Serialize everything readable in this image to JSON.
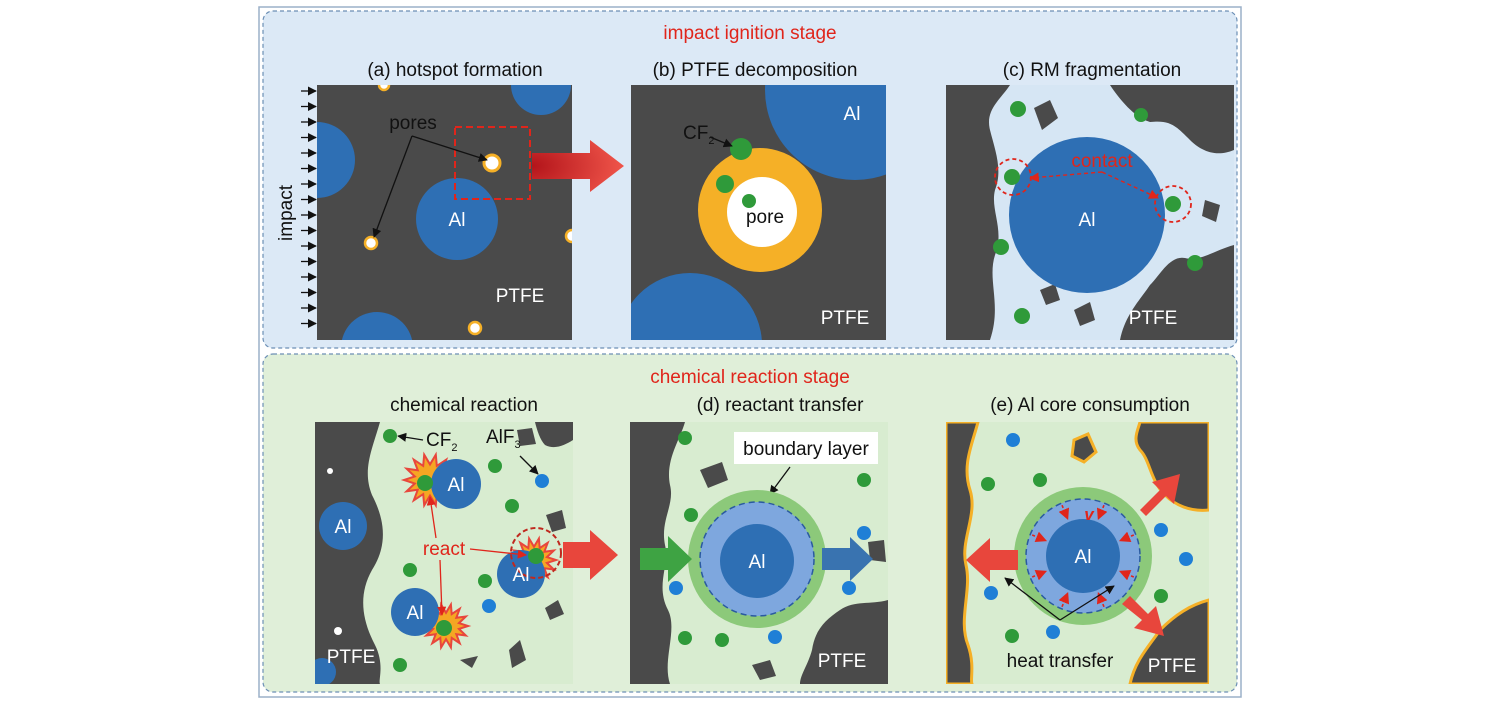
{
  "stage1": {
    "title": "impact ignition stage",
    "panels": {
      "a": {
        "title": "(a) hotspot formation",
        "pores": "pores",
        "al": "Al",
        "ptfe": "PTFE",
        "impact": "impact"
      },
      "b": {
        "title": "(b) PTFE decomposition",
        "cf": "CF",
        "cf_sub": "2",
        "pore": "pore",
        "al": "Al",
        "ptfe": "PTFE"
      },
      "c": {
        "title": "(c) RM fragmentation",
        "contact": "contact",
        "al": "Al",
        "ptfe": "PTFE"
      }
    }
  },
  "stage2": {
    "title": "chemical reaction stage",
    "panels": {
      "chem": {
        "title": "chemical reaction",
        "cf": "CF",
        "cf_sub": "2",
        "alf": "AlF",
        "alf_sub": "3",
        "react": "react",
        "al": "Al",
        "ptfe": "PTFE"
      },
      "d": {
        "title": "(d) reactant transfer",
        "boundary": "boundary layer",
        "al": "Al",
        "ptfe": "PTFE"
      },
      "e": {
        "title": "(e) Al core consumption",
        "v": "v",
        "heat": "heat transfer",
        "al": "Al",
        "ptfe": "PTFE"
      }
    }
  },
  "colors": {
    "matrix": "#4a4a4a",
    "al": "#2e6fb4",
    "cf2": "#2f9a3a",
    "alf3": "#1f7fd6",
    "hotspot": "#f5b027",
    "stage1_bg": "#dce9f6",
    "stage2_bg": "#e0efd9",
    "arrow_red": "#e8463c",
    "label_red": "#e0251b"
  }
}
